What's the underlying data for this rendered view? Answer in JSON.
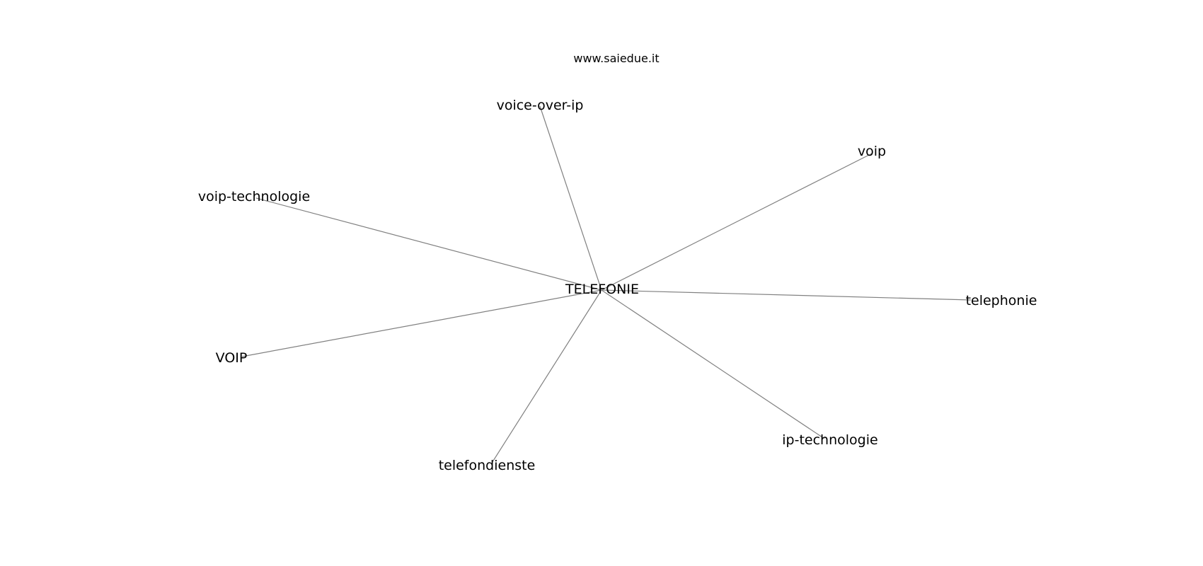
{
  "header": {
    "site": "www.saiedue.it"
  },
  "graph": {
    "center": "TELEFONIE",
    "nodes": [
      "voice-over-ip",
      "voip",
      "voip-technologie",
      "telephonie",
      "VOIP",
      "ip-technologie",
      "telefondienste"
    ],
    "edge_color": "#808080"
  }
}
